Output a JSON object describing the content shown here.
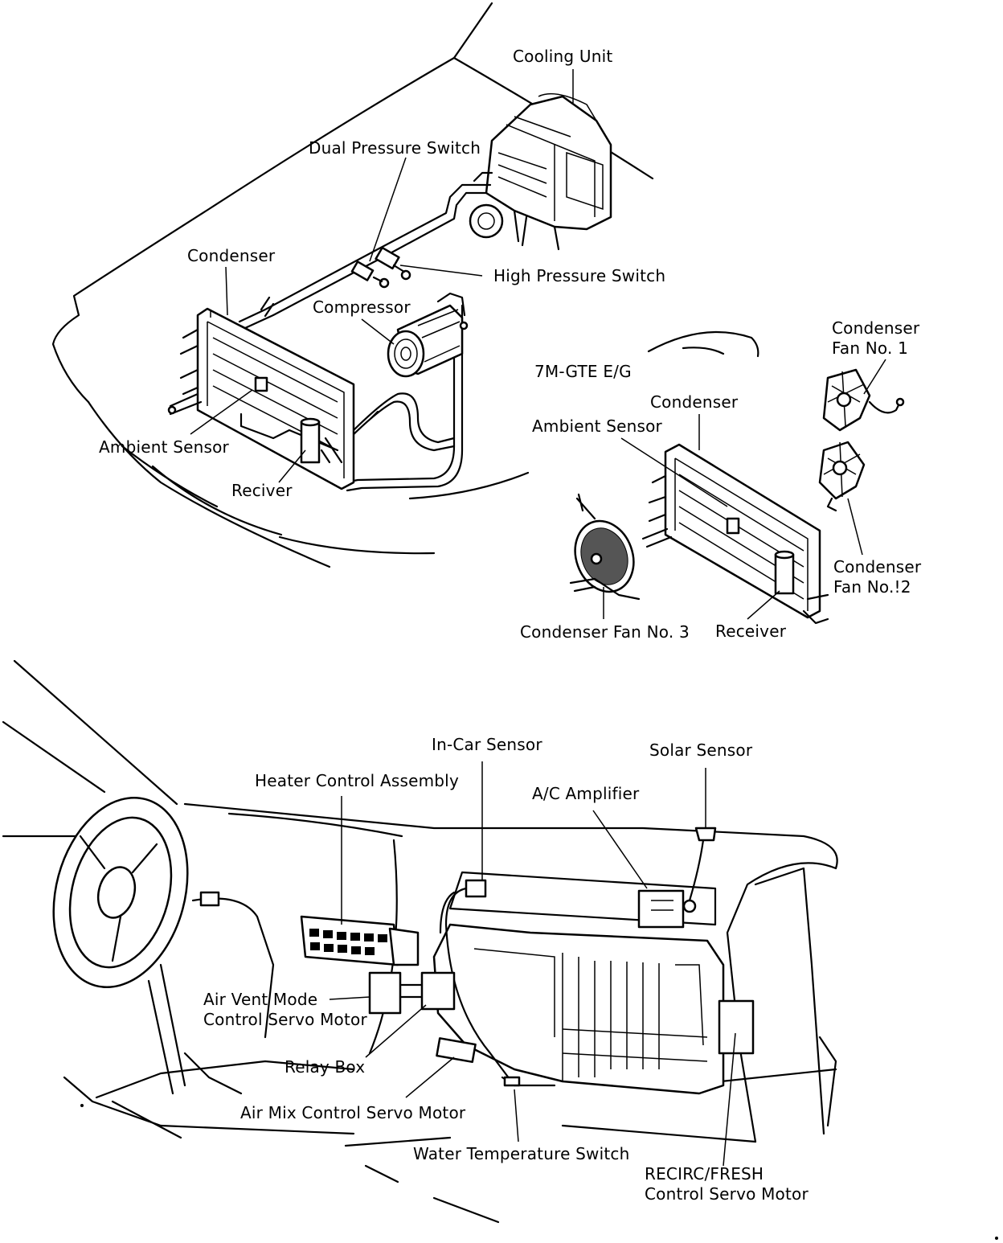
{
  "colors": {
    "ink": "#000000",
    "paper": "#ffffff"
  },
  "top_section": {
    "labels": {
      "cooling_unit": "Cooling Unit",
      "dual_pressure_switch": "Dual Pressure Switch",
      "condenser": "Condenser",
      "high_pressure_switch": "High Pressure Switch",
      "compressor": "Compressor",
      "ambient_sensor": "Ambient Sensor",
      "reciver": "Reciver"
    }
  },
  "inset_section": {
    "labels": {
      "engine": "7M-GTE E/G",
      "condenser": "Condenser",
      "ambient_sensor": "Ambient Sensor",
      "condenser_fan_1": "Condenser\nFan No. 1",
      "condenser_fan_2": "Condenser\nFan No.!2",
      "condenser_fan_3": "Condenser Fan No. 3",
      "receiver": "Receiver"
    }
  },
  "dash_section": {
    "labels": {
      "in_car_sensor": "In-Car Sensor",
      "solar_sensor": "Solar Sensor",
      "heater_control_assembly": "Heater Control Assembly",
      "ac_amplifier": "A/C Amplifier",
      "air_vent_mode_servo": "Air Vent Mode\nControl Servo Motor",
      "relay_box": "Relay Box",
      "air_mix_servo": "Air Mix Control Servo Motor",
      "water_temp_switch": "Water Temperature Switch",
      "recirc_fresh_servo": "RECIRC/FRESH\nControl Servo Motor"
    }
  }
}
